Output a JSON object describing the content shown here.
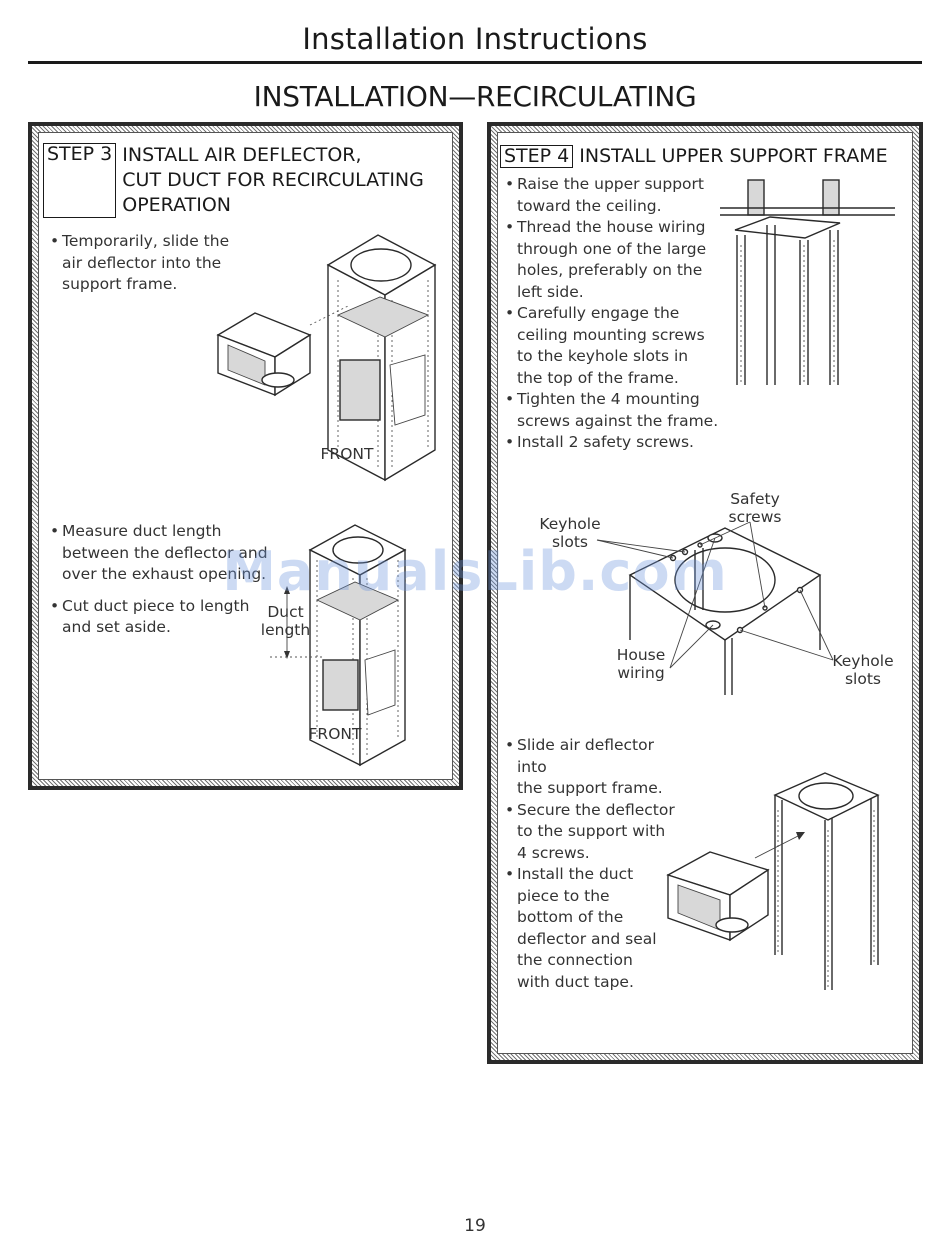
{
  "page": {
    "header": "Installation Instructions",
    "section_title": "INSTALLATION—RECIRCULATING",
    "watermark": "ManualsLib.com",
    "page_number": "19"
  },
  "step3": {
    "step_label": "STEP 3",
    "title_lines": [
      "INSTALL AIR DEFLECTOR,",
      "CUT DUCT FOR RECIRCULATING",
      "OPERATION"
    ],
    "bullets_a": [
      [
        "Temporarily, slide the",
        "air deflector into the",
        "support frame."
      ]
    ],
    "figure_a_label": "FRONT",
    "bullets_b": [
      [
        "Measure duct length",
        "between the deflector and",
        "over the exhaust opening."
      ],
      [
        "Cut duct piece to length",
        "and set aside."
      ]
    ],
    "duct_length_label": [
      "Duct",
      "length"
    ],
    "figure_b_label": "FRONT"
  },
  "step4": {
    "step_label": "STEP 4",
    "title": "INSTALL UPPER SUPPORT FRAME",
    "bullets_a": [
      [
        "Raise the upper support",
        "toward the ceiling."
      ],
      [
        "Thread the house wiring",
        "through one of the large",
        "holes, preferably on the",
        "left side."
      ],
      [
        "Carefully engage the",
        "ceiling mounting screws",
        "to the keyhole slots in",
        "the top of the frame."
      ],
      [
        "Tighten the 4 mounting",
        "screws against the frame."
      ],
      [
        "Install 2 safety screws."
      ]
    ],
    "callouts": {
      "keyhole_top": [
        "Keyhole",
        "slots"
      ],
      "safety_screws": [
        "Safety",
        "screws"
      ],
      "house_wiring": [
        "House",
        "wiring"
      ],
      "keyhole_bottom": [
        "Keyhole",
        "slots"
      ]
    },
    "bullets_b": [
      [
        "Slide air deflector into",
        "the support frame."
      ],
      [
        "Secure the deflector",
        "to the support with",
        "4 screws."
      ],
      [
        "Install the duct",
        "piece to the",
        "bottom of the",
        "deflector and seal",
        "the connection",
        "with duct tape."
      ]
    ]
  }
}
